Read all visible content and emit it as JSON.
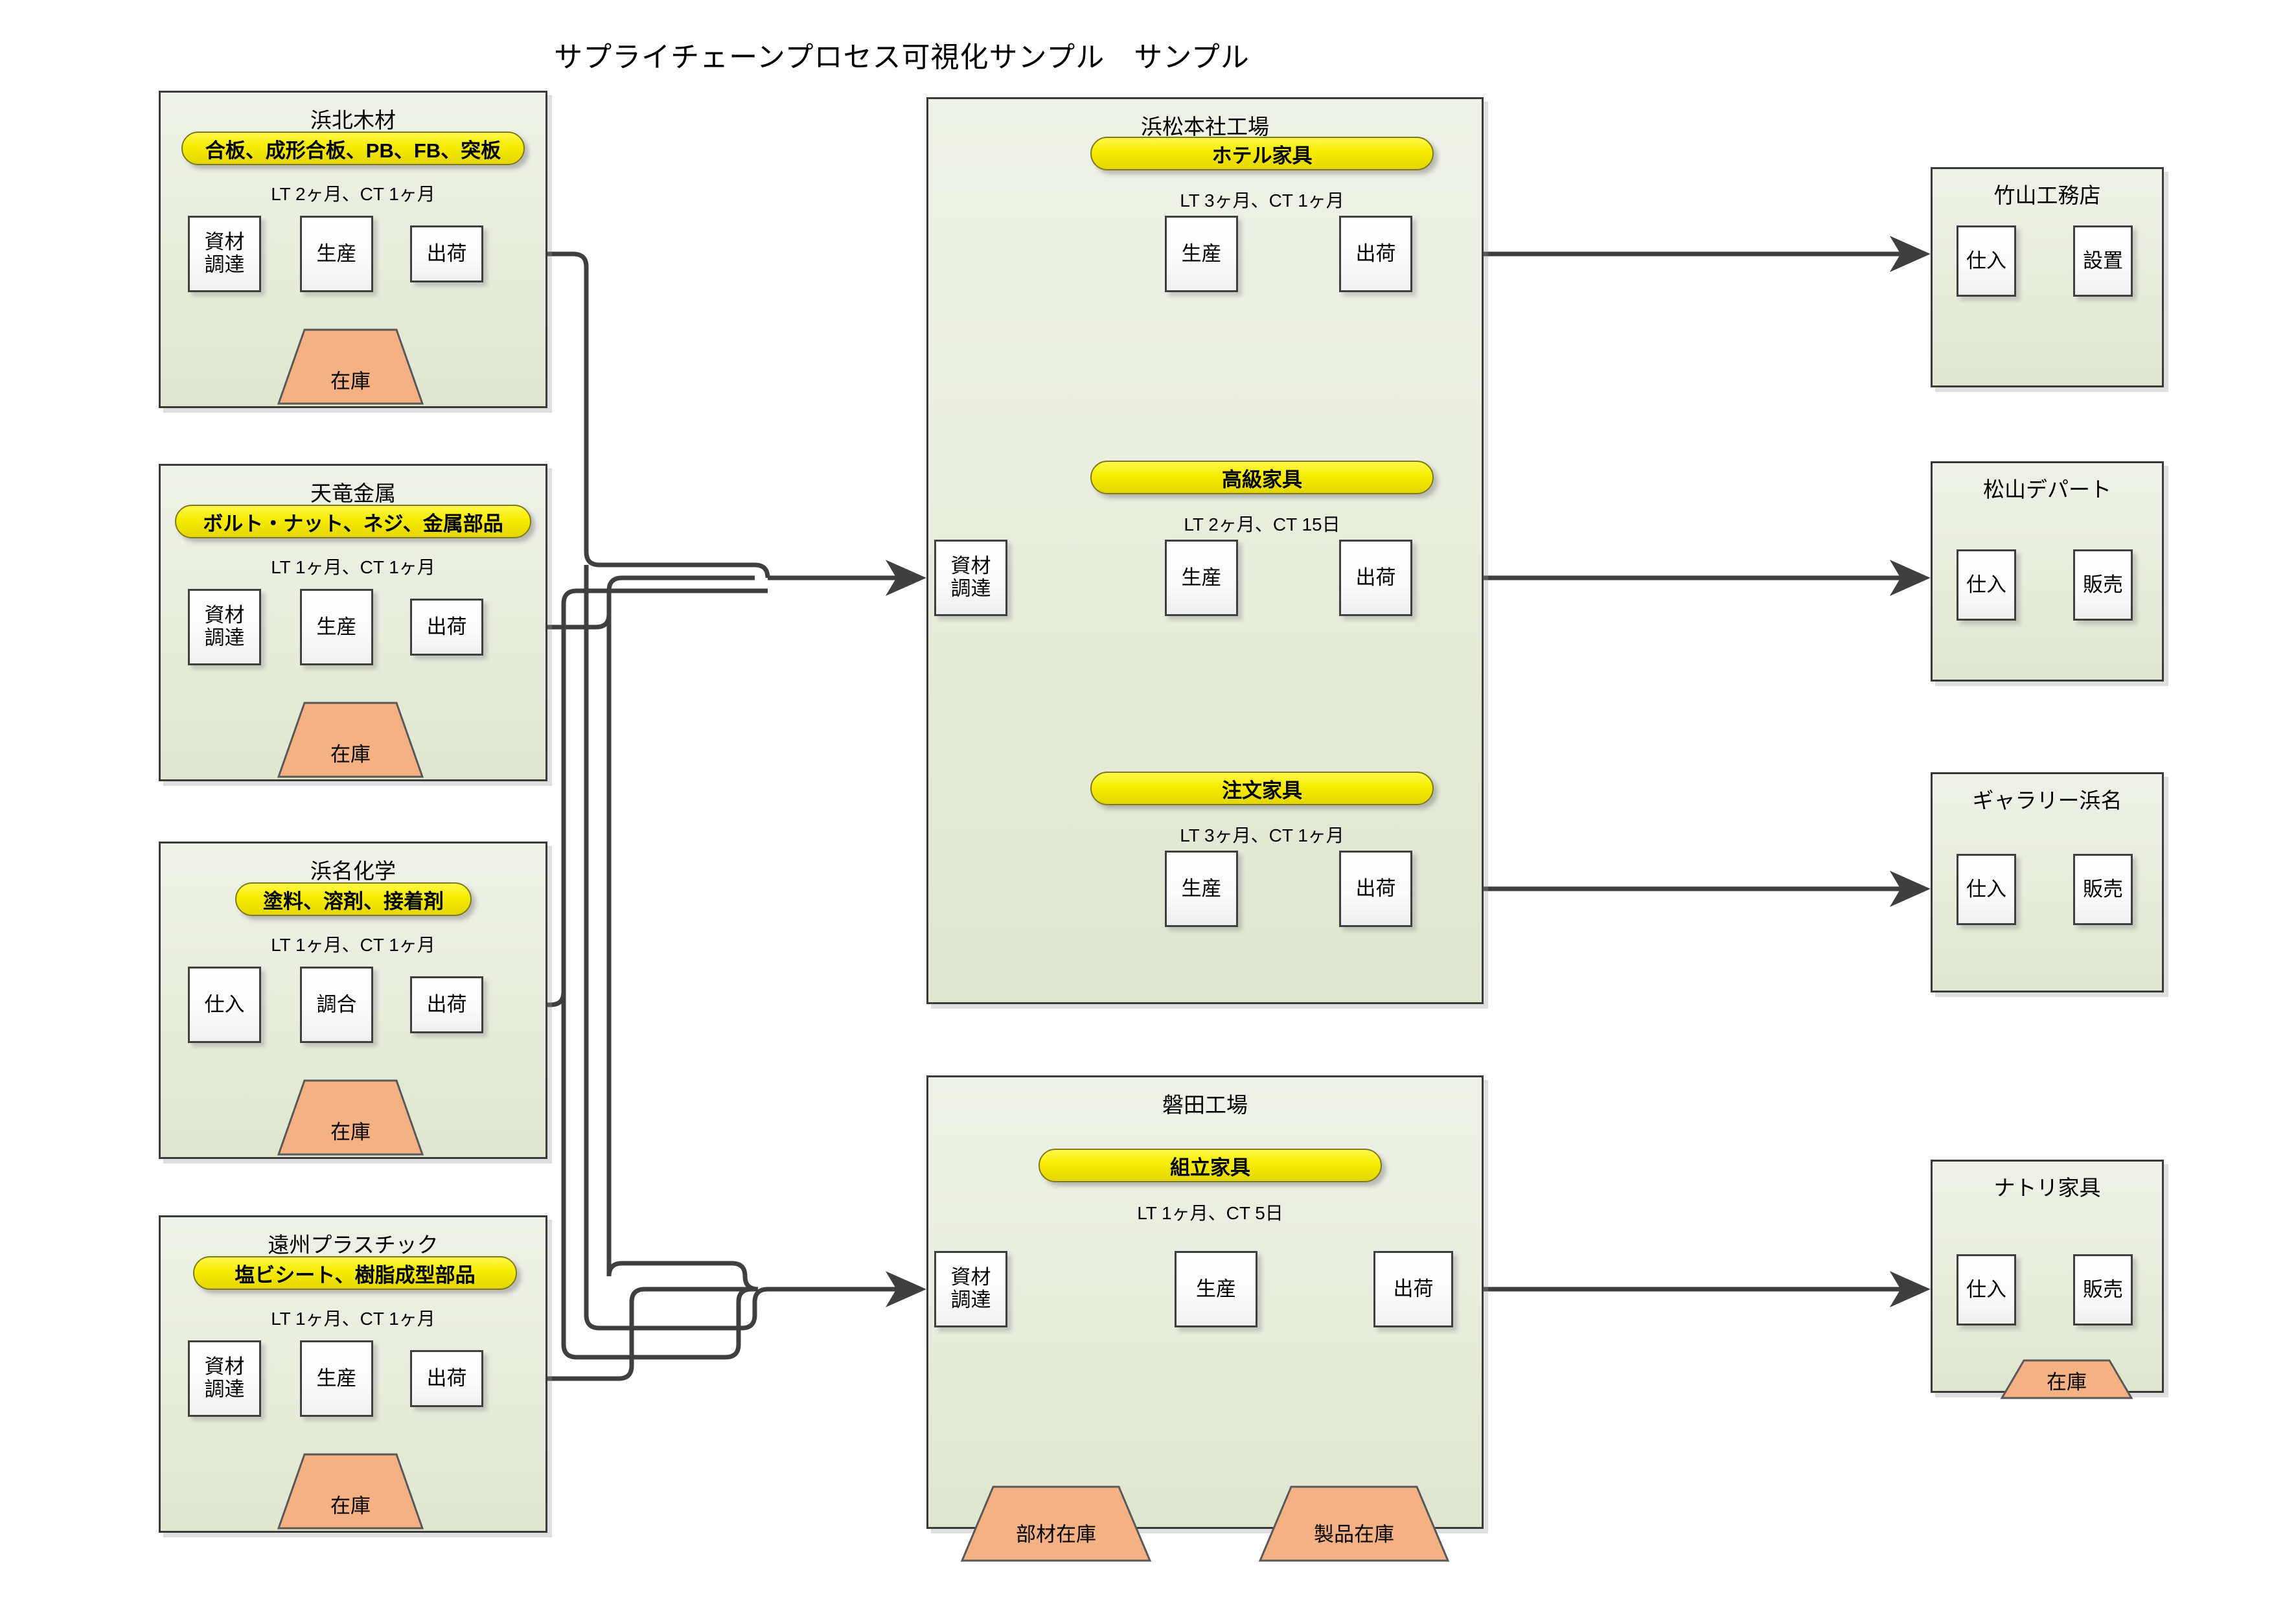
{
  "title": "サプライチェーンプロセス可視化サンプル　サンプル",
  "colors": {
    "org_fill_top": "#EEF1E7",
    "org_fill_bottom": "#DFE6CF",
    "org_border": "#3A3A3A",
    "pill_fill": "#F5EC00",
    "pill_border": "#7E7A1E",
    "box_fill": "#FFFFFF",
    "box_border": "#3F3F3F",
    "inventory_fill": "#F4B183",
    "inventory_border": "#595959",
    "connector": "#3F3F3F"
  },
  "suppliers": [
    {
      "name": "浜北木材",
      "product": "合板、成形合板、PB、FB、突板",
      "note": "LT 2ヶ月、CT 1ヶ月",
      "steps": [
        "資材\n調達",
        "生産",
        "出荷"
      ],
      "inventory": "在庫"
    },
    {
      "name": "天竜金属",
      "product": "ボルト・ナット、ネジ、金属部品",
      "note": "LT 1ヶ月、CT 1ヶ月",
      "steps": [
        "資材\n調達",
        "生産",
        "出荷"
      ],
      "inventory": "在庫"
    },
    {
      "name": "浜名化学",
      "product": "塗料、溶剤、接着剤",
      "note": "LT 1ヶ月、CT 1ヶ月",
      "steps": [
        "仕入",
        "調合",
        "出荷"
      ],
      "inventory": "在庫"
    },
    {
      "name": "遠州プラスチック",
      "product": "塩ビシート、樹脂成型部品",
      "note": "LT 1ヶ月、CT 1ヶ月",
      "steps": [
        "資材\n調達",
        "生産",
        "出荷"
      ],
      "inventory": "在庫"
    }
  ],
  "hamamatsu": {
    "name": "浜松本社工場",
    "procurement": "資材\n調達",
    "lines": [
      {
        "product": "ホテル家具",
        "note": "LT 3ヶ月、CT 1ヶ月",
        "steps": [
          "生産",
          "出荷"
        ]
      },
      {
        "product": "高級家具",
        "note": "LT 2ヶ月、CT 15日",
        "steps": [
          "生産",
          "出荷"
        ]
      },
      {
        "product": "注文家具",
        "note": "LT 3ヶ月、CT 1ヶ月",
        "steps": [
          "生産",
          "出荷"
        ]
      }
    ]
  },
  "iwata": {
    "name": "磐田工場",
    "product": "組立家具",
    "note": "LT 1ヶ月、CT 5日",
    "procurement": "資材\n調達",
    "steps": [
      "生産",
      "出荷"
    ],
    "inventories": [
      "部材在庫",
      "製品在庫"
    ]
  },
  "customers": [
    {
      "name": "竹山工務店",
      "steps": [
        "仕入",
        "設置"
      ],
      "inventory": null
    },
    {
      "name": "松山デパート",
      "steps": [
        "仕入",
        "販売"
      ],
      "inventory": null
    },
    {
      "name": "ギャラリー浜名",
      "steps": [
        "仕入",
        "販売"
      ],
      "inventory": null
    },
    {
      "name": "ナトリ家具",
      "steps": [
        "仕入",
        "販売"
      ],
      "inventory": "在庫"
    }
  ]
}
